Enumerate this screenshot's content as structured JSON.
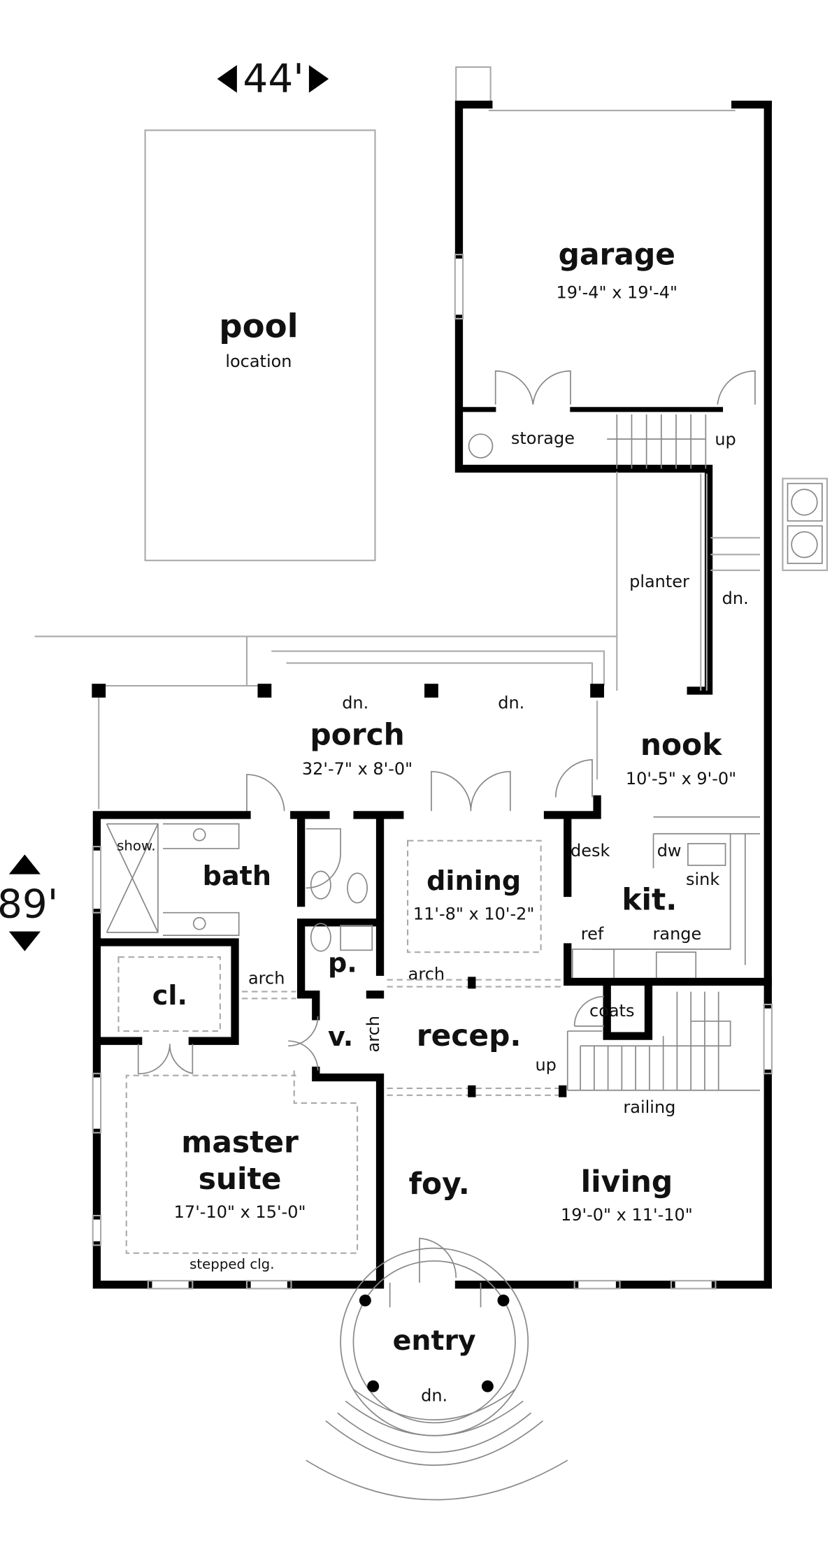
{
  "dimensions": {
    "width": "44'",
    "depth": "89'"
  },
  "rooms": {
    "pool": {
      "name": "pool",
      "sub": "location"
    },
    "garage": {
      "name": "garage",
      "dim": "19'-4\" x 19'-4\""
    },
    "storage": {
      "name": "storage"
    },
    "porch": {
      "name": "porch",
      "dim": "32'-7\" x 8'-0\""
    },
    "nook": {
      "name": "nook",
      "dim": "10'-5\" x 9'-0\""
    },
    "bath": {
      "name": "bath"
    },
    "dining": {
      "name": "dining",
      "dim": "11'-8\" x 10'-2\""
    },
    "kit": {
      "name": "kit."
    },
    "cl": {
      "name": "cl."
    },
    "p": {
      "name": "p."
    },
    "v": {
      "name": "v."
    },
    "recep": {
      "name": "recep."
    },
    "master": {
      "name1": "master",
      "name2": "suite",
      "dim": "17'-10\" x 15'-0\""
    },
    "foy": {
      "name": "foy."
    },
    "living": {
      "name": "living",
      "dim": "19'-0\" x 11'-10\""
    },
    "entry": {
      "name": "entry"
    }
  },
  "notes": {
    "up_garage": "up",
    "planter": "planter",
    "dn_side": "dn.",
    "dn_porch_1": "dn.",
    "dn_porch_2": "dn.",
    "show": "show.",
    "desk": "desk",
    "dw": "dw",
    "sink": "sink",
    "ref": "ref",
    "range": "range",
    "arch_bath": "arch",
    "arch_dining": "arch",
    "arch_v": "arch",
    "coats": "coats",
    "up_stair": "up",
    "railing": "railing",
    "stepped": "stepped clg.",
    "dn_entry": "dn."
  }
}
